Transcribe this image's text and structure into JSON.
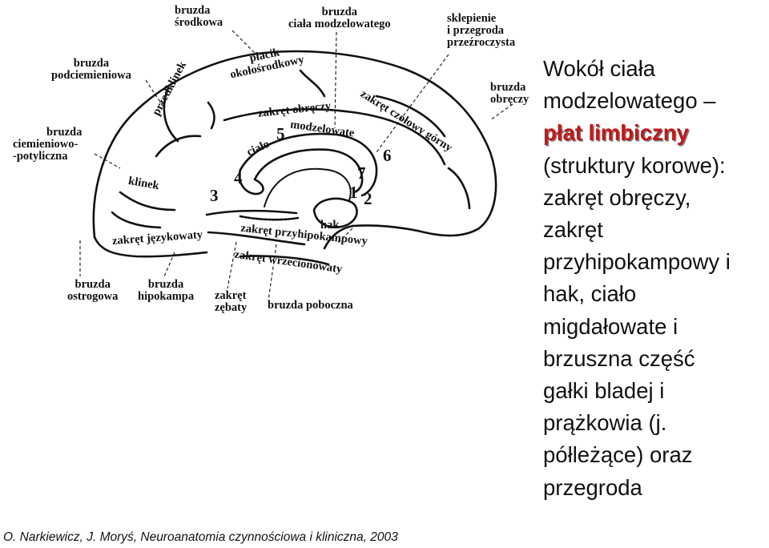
{
  "diagram": {
    "labels": [
      {
        "id": "bruzda-srodkowa",
        "lines": [
          "bruzda",
          "środkowa"
        ]
      },
      {
        "id": "bruzda-ciala-modzelowatego",
        "lines": [
          "bruzda",
          "ciała modzelowatego"
        ]
      },
      {
        "id": "sklepienie",
        "lines": [
          "sklepienie",
          "i przegroda",
          "przeźroczysta"
        ]
      },
      {
        "id": "placik",
        "lines": [
          "płacik",
          "okołośrodkowy"
        ]
      },
      {
        "id": "zakret-czolowy-gorny",
        "lines": [
          "zakręt czołowy górny"
        ]
      },
      {
        "id": "bruzda-podciemieniowa",
        "lines": [
          "bruzda",
          "podciemieniowa"
        ]
      },
      {
        "id": "bruzda-obreczy",
        "lines": [
          "bruzda",
          "obręczy"
        ]
      },
      {
        "id": "przedklinek",
        "lines": [
          "przedklinek"
        ]
      },
      {
        "id": "zakret-obreczy",
        "lines": [
          "zakręt obręczy"
        ]
      },
      {
        "id": "bruzda-ciemieniowo-potyliczna",
        "lines": [
          "bruzda",
          "ciemieniowo-",
          "-potyliczna"
        ]
      },
      {
        "id": "cialo",
        "lines": [
          "ciało"
        ]
      },
      {
        "id": "modzelowate",
        "lines": [
          "modzelowate"
        ]
      },
      {
        "id": "klinek",
        "lines": [
          "klinek"
        ]
      },
      {
        "id": "hak",
        "lines": [
          "hak"
        ]
      },
      {
        "id": "zakret-jezykowaty",
        "lines": [
          "zakręt językowaty"
        ]
      },
      {
        "id": "zakret-przyhipokampowy",
        "lines": [
          "zakręt przyhipokampowy"
        ]
      },
      {
        "id": "zakret-wrzecionowaty",
        "lines": [
          "zakręt wrzecionowaty"
        ]
      },
      {
        "id": "bruzda-ostrogowa",
        "lines": [
          "bruzda",
          "ostrogowa"
        ]
      },
      {
        "id": "bruzda-hipokampa",
        "lines": [
          "bruzda",
          "hipokampa"
        ]
      },
      {
        "id": "zakret-zebaty",
        "lines": [
          "zakręt",
          "zębaty"
        ]
      },
      {
        "id": "bruzda-poboczna",
        "lines": [
          "bruzda poboczna"
        ]
      }
    ],
    "numbers": [
      "1",
      "2",
      "3",
      "4",
      "5",
      "6",
      "7"
    ]
  },
  "side_text": {
    "lines": [
      "Wokół ciała",
      "modzelowatego –",
      "płat limbiczny",
      "(struktury korowe):",
      "zakręt obręczy,",
      "zakręt",
      "przyhipokampowy i",
      "hak, ciało",
      "migdałowate i",
      "brzuszna część",
      "gałki bladej i",
      "prążkowia (j.",
      "półleżące) oraz",
      "przegroda"
    ],
    "highlight_index": 2,
    "highlight_color": "#c01818"
  },
  "citation": "O. Narkiewicz, J. Moryś, Neuroanatomia czynnościowa i kliniczna, 2003"
}
